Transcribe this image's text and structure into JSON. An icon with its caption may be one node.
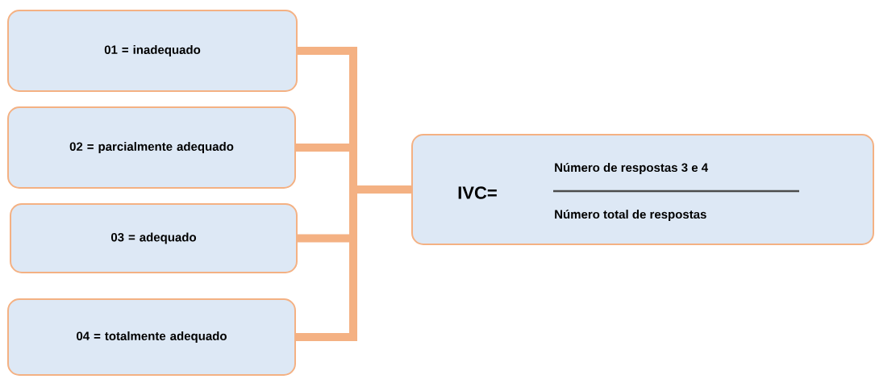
{
  "diagram": {
    "nodes": [
      {
        "text": [
          "01 = inadequado"
        ]
      },
      {
        "text": [
          "02 = parcialmente adequado"
        ]
      },
      {
        "text": [
          "03 = adequado"
        ]
      },
      {
        "text": [
          "04 = totalmente adequado"
        ]
      },
      {
        "text": [
          "IVC=",
          "Número de respostas 3 e 4",
          "Número total de respostas"
        ]
      }
    ],
    "edges": [
      {
        "from": 0,
        "to": 4,
        "arrow": "none"
      },
      {
        "from": 1,
        "to": 4,
        "arrow": "none"
      },
      {
        "from": 2,
        "to": 4,
        "arrow": "none"
      },
      {
        "from": 3,
        "to": 4,
        "arrow": "none"
      }
    ]
  }
}
